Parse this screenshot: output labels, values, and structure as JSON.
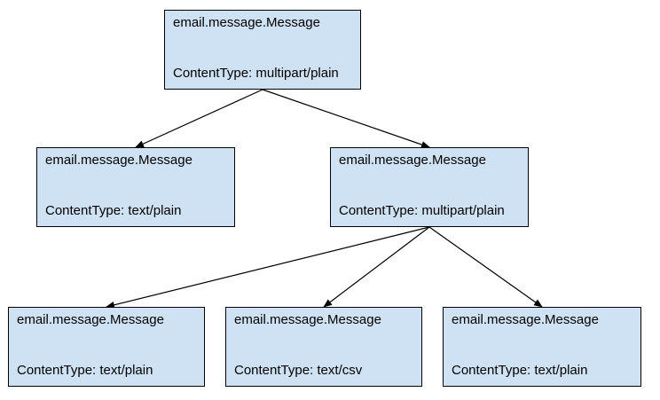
{
  "diagram": {
    "nodes": [
      {
        "id": "n0",
        "class_name": "email.message.Message",
        "content_type": "ContentType: multipart/plain"
      },
      {
        "id": "n1",
        "class_name": "email.message.Message",
        "content_type": "ContentType: text/plain"
      },
      {
        "id": "n2",
        "class_name": "email.message.Message",
        "content_type": "ContentType: multipart/plain"
      },
      {
        "id": "n3",
        "class_name": "email.message.Message",
        "content_type": "ContentType: text/plain"
      },
      {
        "id": "n4",
        "class_name": "email.message.Message",
        "content_type": "ContentType: text/csv"
      },
      {
        "id": "n5",
        "class_name": "email.message.Message",
        "content_type": "ContentType: text/plain"
      }
    ],
    "edges": [
      {
        "from": "n0",
        "to": "n1"
      },
      {
        "from": "n0",
        "to": "n2"
      },
      {
        "from": "n2",
        "to": "n3"
      },
      {
        "from": "n2",
        "to": "n4"
      },
      {
        "from": "n2",
        "to": "n5"
      }
    ],
    "colors": {
      "node_fill": "#cfe2f3",
      "node_border": "#000000",
      "edge": "#000000"
    }
  }
}
